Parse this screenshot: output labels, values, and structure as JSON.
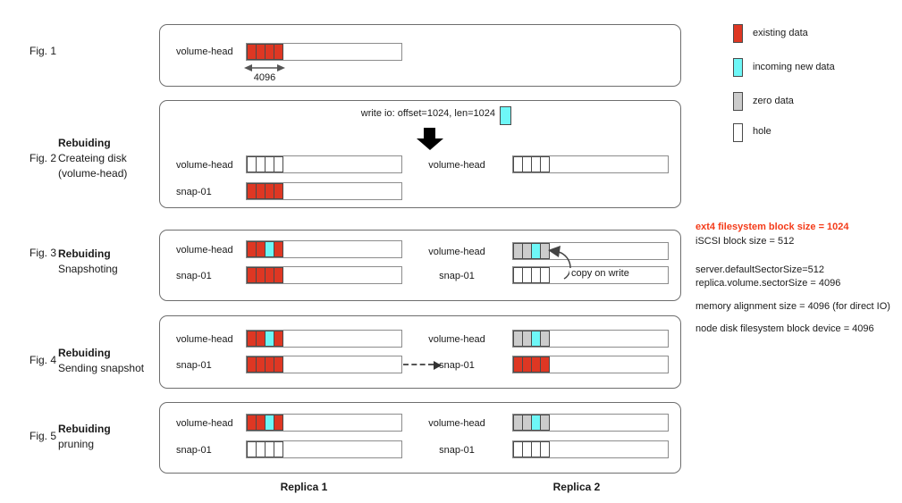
{
  "colors": {
    "existing": "#de3723",
    "incoming": "#6ef7f7",
    "zero": "#cccccc",
    "hole": "#ffffff",
    "note_highlight": "#f43b19"
  },
  "legend": {
    "items": [
      {
        "type": "existing",
        "label": "existing data"
      },
      {
        "type": "incoming",
        "label": "incoming new data"
      },
      {
        "type": "zero",
        "label": "zero data"
      },
      {
        "type": "hole",
        "label": "hole"
      }
    ]
  },
  "notes": {
    "line1": "ext4 filesystem block size = 1024",
    "line2": "iSCSI block size = 512",
    "line3": "server.defaultSectorSize=512",
    "line4": "replica.volume.sectorSize = 4096",
    "line5": "memory alignment size = 4096 (for direct IO)",
    "line6": "node disk filesystem block device = 4096"
  },
  "footer": {
    "replica1": "Replica 1",
    "replica2": "Replica 2"
  },
  "fig1": {
    "label": "Fig. 1",
    "block_size": "4096",
    "left": {
      "volume_head": {
        "label": "volume-head",
        "cells": [
          "existing",
          "existing",
          "existing",
          "existing"
        ]
      }
    }
  },
  "fig2": {
    "label": "Fig. 2",
    "title": "Rebuiding",
    "subtitle1": "Createing disk",
    "subtitle2": "(volume-head)",
    "write_io": "write io: offset=1024, len=1024",
    "write_io_block": "incoming",
    "left": {
      "volume_head": {
        "label": "volume-head",
        "cells": [
          "hole",
          "hole",
          "hole",
          "hole"
        ]
      },
      "snap01": {
        "label": "snap-01",
        "cells": [
          "existing",
          "existing",
          "existing",
          "existing"
        ]
      }
    },
    "right": {
      "volume_head": {
        "label": "volume-head",
        "cells": [
          "hole",
          "hole",
          "hole",
          "hole"
        ]
      }
    }
  },
  "fig3": {
    "label": "Fig. 3",
    "title": "Rebuiding",
    "subtitle1": "Snapshoting",
    "copy_on_write": "copy on write",
    "left": {
      "volume_head": {
        "label": "volume-head",
        "cells": [
          "existing",
          "existing",
          "incoming",
          "existing"
        ]
      },
      "snap01": {
        "label": "snap-01",
        "cells": [
          "existing",
          "existing",
          "existing",
          "existing"
        ]
      }
    },
    "right": {
      "volume_head": {
        "label": "volume-head",
        "cells": [
          "zero",
          "zero",
          "incoming",
          "zero"
        ]
      },
      "snap01": {
        "label": "snap-01",
        "cells": [
          "hole",
          "hole",
          "hole",
          "hole"
        ]
      }
    }
  },
  "fig4": {
    "label": "Fig. 4",
    "title": "Rebuiding",
    "subtitle1": "Sending snapshot",
    "left": {
      "volume_head": {
        "label": "volume-head",
        "cells": [
          "existing",
          "existing",
          "incoming",
          "existing"
        ]
      },
      "snap01": {
        "label": "snap-01",
        "cells": [
          "existing",
          "existing",
          "existing",
          "existing"
        ]
      }
    },
    "right": {
      "volume_head": {
        "label": "volume-head",
        "cells": [
          "zero",
          "zero",
          "incoming",
          "zero"
        ]
      },
      "snap01": {
        "label": "snap-01",
        "cells": [
          "existing",
          "existing",
          "existing",
          "existing"
        ]
      }
    }
  },
  "fig5": {
    "label": "Fig. 5",
    "title": "Rebuiding",
    "subtitle1": "pruning",
    "left": {
      "volume_head": {
        "label": "volume-head",
        "cells": [
          "existing",
          "existing",
          "incoming",
          "existing"
        ]
      },
      "snap01": {
        "label": "snap-01",
        "cells": [
          "hole",
          "hole",
          "hole",
          "hole"
        ]
      }
    },
    "right": {
      "volume_head": {
        "label": "volume-head",
        "cells": [
          "zero",
          "zero",
          "incoming",
          "zero"
        ]
      },
      "snap01": {
        "label": "snap-01",
        "cells": [
          "hole",
          "hole",
          "hole",
          "hole"
        ]
      }
    }
  }
}
